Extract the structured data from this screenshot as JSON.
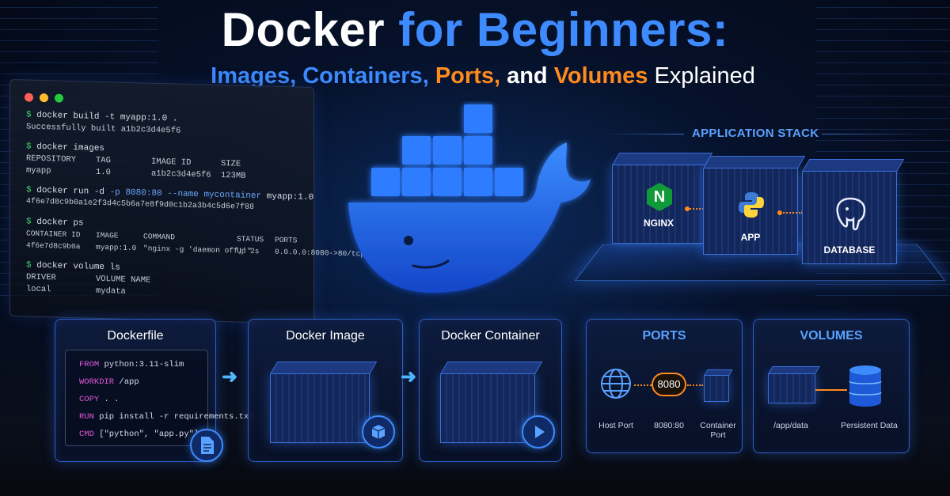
{
  "title": {
    "part1": "Docker",
    "part2": "for Beginners:"
  },
  "subtitle": {
    "images": "Images,",
    "containers": "Containers,",
    "ports": "Ports,",
    "and": "and",
    "volumes": "Volumes",
    "explained": "Explained"
  },
  "terminal": {
    "dots": [
      "#ff5f56",
      "#ffbd2e",
      "#27c93f"
    ],
    "prompt": "$",
    "cmd1": "docker build -t myapp:1.0 .",
    "out1": "Successfully built a1b2c3d4e5f6",
    "cmd2": "docker images",
    "images_header": [
      "REPOSITORY",
      "TAG",
      "IMAGE ID",
      "SIZE"
    ],
    "images_row": [
      "myapp",
      "1.0",
      "a1b2c3d4e5f6",
      "123MB"
    ],
    "cmd3_a": "docker run -d ",
    "cmd3_b": "-p 8080:80 --name mycontainer",
    "cmd3_c": " myapp:1.0",
    "out3": "4f6e7d8c9b0a1e2f3d4c5b6a7e8f9d0c1b2a3b4c5d6e7f88",
    "cmd4": "docker ps",
    "ps_header": [
      "CONTAINER ID",
      "IMAGE",
      "COMMAND",
      "STATUS",
      "PORTS"
    ],
    "ps_row": [
      "4f6e7d8c9b0a",
      "myapp:1.0",
      "\"nginx -g 'daemon off;'\"",
      "Up 2s",
      "0.0.0.0:8080->80/tcp"
    ],
    "cmd5": "docker volume ls",
    "vol_header": [
      "DRIVER",
      "VOLUME NAME"
    ],
    "vol_row": [
      "local",
      "mydata"
    ]
  },
  "stack": {
    "title": "APPLICATION STACK",
    "nginx": "NGINX",
    "nginx_logo": "N",
    "app": "APP",
    "database": "DATABASE"
  },
  "dockerfile": {
    "title": "Dockerfile",
    "lines": [
      {
        "kw": "FROM",
        "rest": " python:3.11-slim"
      },
      {
        "kw": "WORKDIR",
        "rest": " /app"
      },
      {
        "kw": "COPY",
        "rest": " . ."
      },
      {
        "kw": "RUN",
        "rest": " pip install -r requirements.txt"
      },
      {
        "kw": "CMD",
        "rest": " [\"python\", \"app.py\"]"
      }
    ]
  },
  "image_panel": {
    "title": "Docker Image"
  },
  "container_panel": {
    "title": "Docker Container"
  },
  "ports_panel": {
    "title": "PORTS",
    "port_value": "8080",
    "host_label": "Host Port",
    "mapping_label": "8080:80",
    "container_label_1": "Container",
    "container_label_2": "Port"
  },
  "volumes_panel": {
    "title": "VOLUMES",
    "path_label": "/app/data",
    "persistent_label": "Persistent Data"
  },
  "colors": {
    "accent_blue": "#3d8bff",
    "accent_orange": "#ff8a1e",
    "prompt_green": "#3ecf6a",
    "keyword_pink": "#e057d8"
  },
  "icons": [
    "docker-whale-icon",
    "globe-icon",
    "database-icon",
    "document-icon",
    "cube-icon",
    "play-icon",
    "nginx-icon",
    "python-icon",
    "postgres-elephant-icon"
  ]
}
